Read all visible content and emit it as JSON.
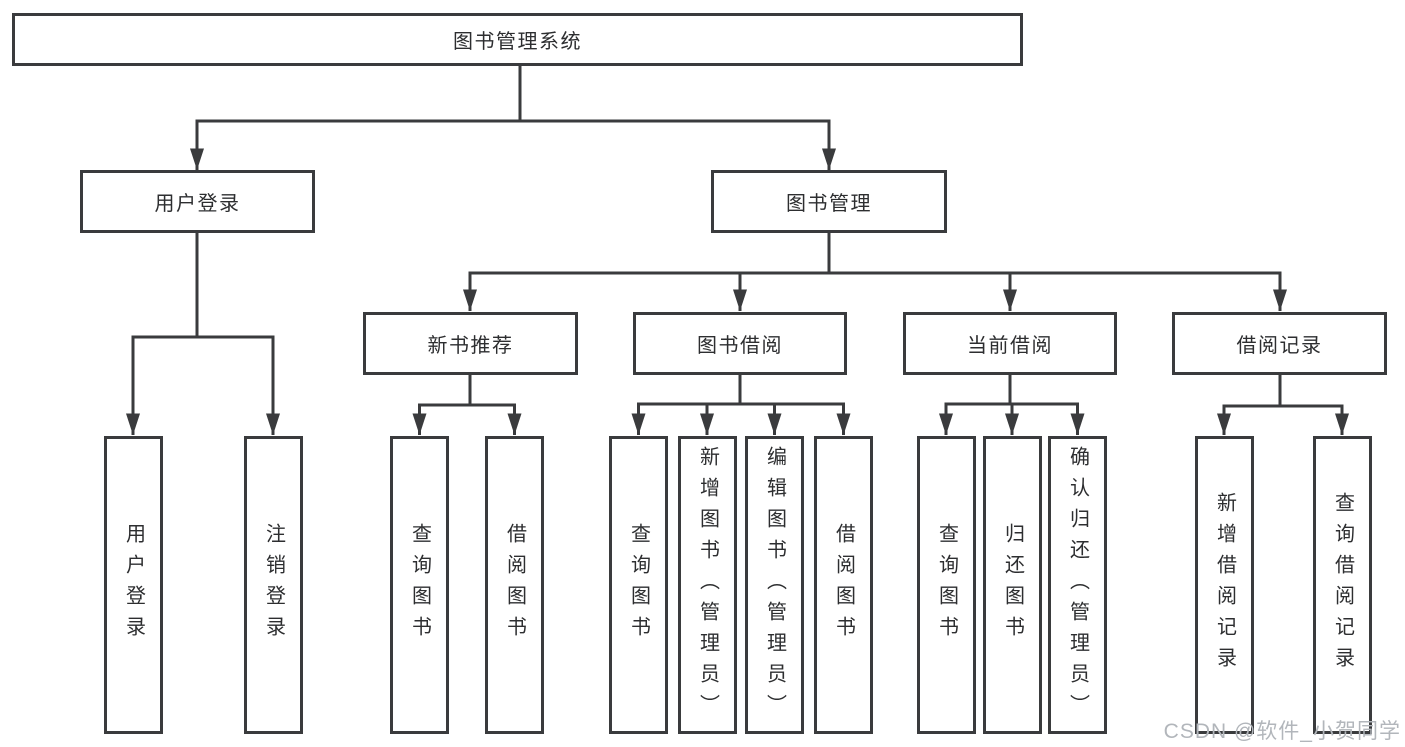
{
  "tree": {
    "root": {
      "label": "图书管理系统",
      "children": [
        {
          "label": "用户登录",
          "children": [
            {
              "label": "用户登录"
            },
            {
              "label": "注销登录"
            }
          ]
        },
        {
          "label": "图书管理",
          "children": [
            {
              "label": "新书推荐",
              "children": [
                {
                  "label": "查询图书"
                },
                {
                  "label": "借阅图书"
                }
              ]
            },
            {
              "label": "图书借阅",
              "children": [
                {
                  "label": "查询图书"
                },
                {
                  "label": "新增图书（管理员）"
                },
                {
                  "label": "编辑图书（管理员）"
                },
                {
                  "label": "借阅图书"
                }
              ]
            },
            {
              "label": "当前借阅",
              "children": [
                {
                  "label": "查询图书"
                },
                {
                  "label": "归还图书"
                },
                {
                  "label": "确认归还（管理员）"
                }
              ]
            },
            {
              "label": "借阅记录",
              "children": [
                {
                  "label": "新增借阅记录"
                },
                {
                  "label": "查询借阅记录"
                }
              ]
            }
          ]
        }
      ]
    }
  },
  "watermark": {
    "text": "CSDN @软件_小贺同学"
  },
  "colors": {
    "line": "#3a3b3d",
    "box_border": "#3a3b3d",
    "text": "#2d2e30",
    "background": "#ffffff",
    "watermark": "#b2b6bb"
  }
}
